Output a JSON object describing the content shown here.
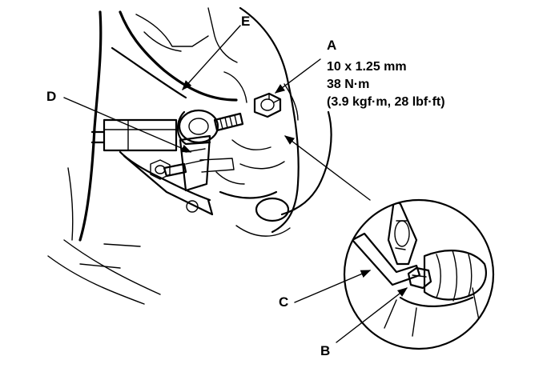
{
  "callouts": {
    "A": "A",
    "B": "B",
    "C": "C",
    "D": "D",
    "E": "E"
  },
  "spec_A": {
    "line1": "10 x 1.25 mm",
    "line2": "38 N·m",
    "line3": "(3.9 kgf·m, 28 lbf·ft)"
  },
  "colors": {
    "line": "#000000",
    "background": "#ffffff"
  }
}
